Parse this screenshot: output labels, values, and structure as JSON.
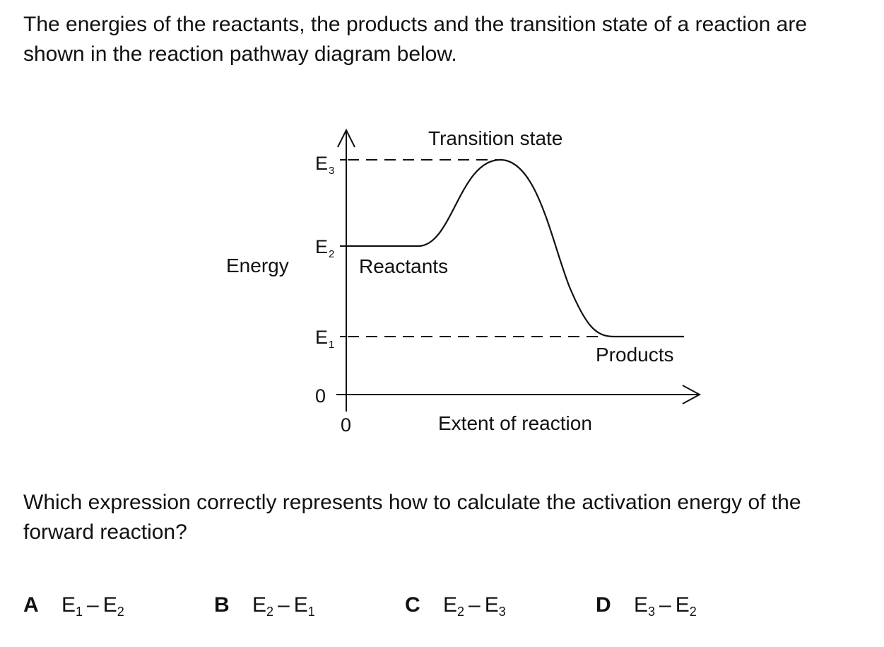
{
  "question": {
    "intro": "The energies of the reactants, the products and the transition state of a reaction are shown in the reaction pathway diagram below.",
    "prompt": "Which expression correctly represents how to calculate the activation energy of the forward reaction?"
  },
  "diagram": {
    "y_axis_label": "Energy",
    "x_axis_label": "Extent of reaction",
    "y_ticks": [
      {
        "base": "E",
        "sub": "3"
      },
      {
        "base": "E",
        "sub": "2"
      },
      {
        "base": "E",
        "sub": "1"
      },
      {
        "base": "0",
        "sub": ""
      }
    ],
    "x_origin_label": "0",
    "labels": {
      "transition_state": "Transition state",
      "reactants": "Reactants",
      "products": "Products"
    }
  },
  "options": [
    {
      "letter": "A",
      "left_base": "E",
      "left_sub": "1",
      "op": "–",
      "right_base": "E",
      "right_sub": "2"
    },
    {
      "letter": "B",
      "left_base": "E",
      "left_sub": "2",
      "op": "–",
      "right_base": "E",
      "right_sub": "1"
    },
    {
      "letter": "C",
      "left_base": "E",
      "left_sub": "2",
      "op": "–",
      "right_base": "E",
      "right_sub": "3"
    },
    {
      "letter": "D",
      "left_base": "E",
      "left_sub": "3",
      "op": "–",
      "right_base": "E",
      "right_sub": "2"
    }
  ]
}
